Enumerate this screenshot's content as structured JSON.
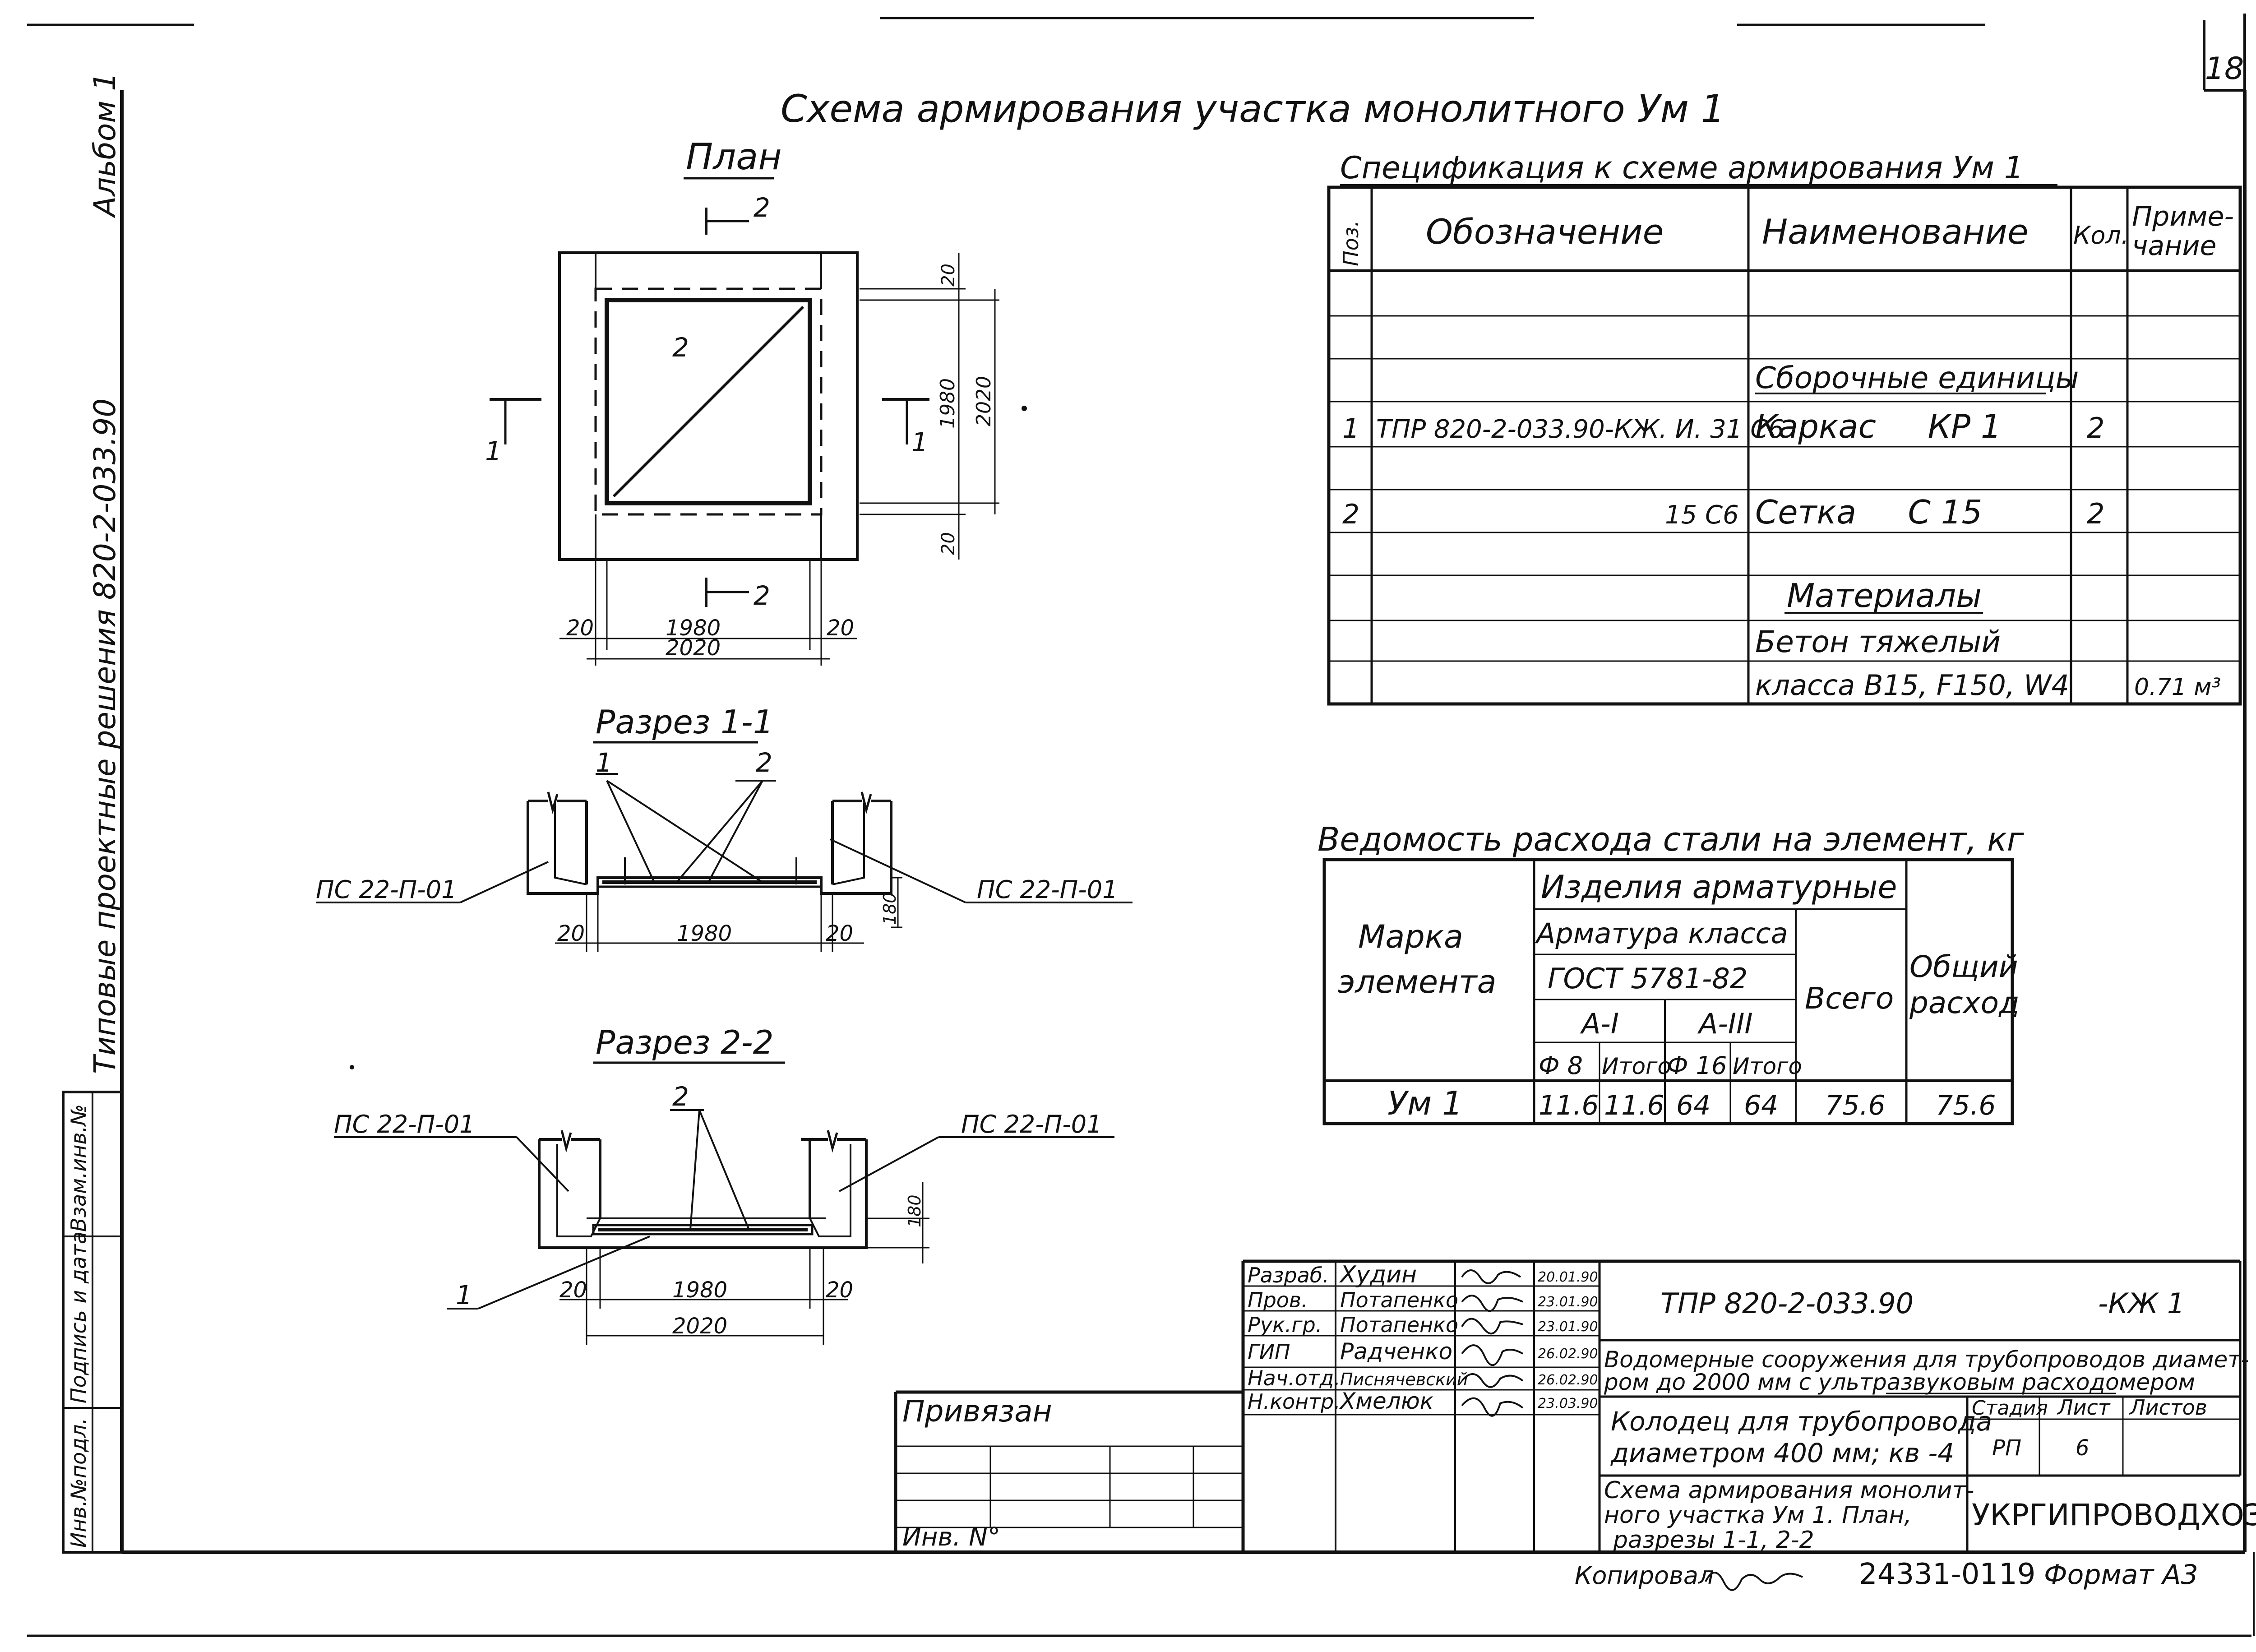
{
  "sheet_number": "18",
  "side_labels": {
    "album": "Альбом 1",
    "series": "Типовые проектные решения 820-2-033.90"
  },
  "left_stamp": [
    "Инв.№подл.",
    "Подпись и дата",
    "Взам.инв.№"
  ],
  "main_title": "Схема армирования участка монолитного Ум 1",
  "plan": {
    "title": "План",
    "mark_2": "2",
    "mark_1": "1",
    "pos_2": "2",
    "dim_20": "20",
    "dim_1980": "1980",
    "dim_2020": "2020"
  },
  "section_1": {
    "title": "Разрез 1-1",
    "call_1": "1",
    "call_2": "2",
    "left_label": "ПС 22-П-01",
    "right_label": "ПС 22-П-01",
    "dim_20": "20",
    "dim_1980": "1980",
    "dim_180": "180"
  },
  "section_2": {
    "title": "Разрез 2-2",
    "call_1": "1",
    "call_2": "2",
    "left_label": "ПС 22-П-01",
    "right_label": "ПС 22-П-01",
    "dim_20": "20",
    "dim_1980": "1980",
    "dim_2020": "2020",
    "dim_180": "180"
  },
  "spec": {
    "title": "Спецификация к схеме армирования Ум 1",
    "headers": [
      "Поз.",
      "Обозначение",
      "Наименование",
      "Кол.",
      "Приме-",
      "чание"
    ],
    "rows": [
      [
        "",
        "",
        "",
        "",
        ""
      ],
      [
        "",
        "",
        "Сборочные единицы",
        "",
        ""
      ],
      [
        "1",
        "ТПР 820-2-033.90-КЖ. И. 31 С6",
        "Каркас     КР 1",
        "2",
        ""
      ],
      [
        "",
        "",
        "",
        "",
        ""
      ],
      [
        "2",
        "15 С6",
        "Сетка     С 15",
        "2",
        ""
      ],
      [
        "",
        "",
        "",
        "",
        ""
      ],
      [
        "",
        "",
        "Материалы",
        "",
        ""
      ],
      [
        "",
        "",
        "Бетон тяжелый",
        "",
        ""
      ],
      [
        "",
        "",
        "класса В15, F150, W4",
        "",
        "0.71 м³"
      ]
    ]
  },
  "steel": {
    "title": "Ведомость расхода стали на элемент, кг",
    "h_izd": "Изделия арматурные",
    "h_mark": [
      "Марка",
      "элемента"
    ],
    "h_arm": "Арматура класса",
    "h_gost": "ГОСТ 5781-82",
    "h_a1": "А-I",
    "h_a3": "А-III",
    "h_vsego": "Всего",
    "h_total": [
      "Общий",
      "расход"
    ],
    "sub": [
      "Ф 8",
      "Итого",
      "Ф 16",
      "Итого"
    ],
    "row": [
      "Ум 1",
      "11.6",
      "11.6",
      "64",
      "64",
      "75.6",
      "75.6"
    ]
  },
  "title_block": {
    "privyazan": "Привязан",
    "inv": "Инв. N°",
    "people": [
      {
        "role": "Разраб.",
        "name": "Худин",
        "date": "20.01.90"
      },
      {
        "role": "Пров.",
        "name": "Потапенко",
        "date": "23.01.90"
      },
      {
        "role": "Рук.гр.",
        "name": "Потапенко",
        "date": "23.01.90"
      },
      {
        "role": "ГИП",
        "name": "Радченко",
        "date": "26.02.90"
      },
      {
        "role": "Нач.отд.",
        "name": "Писнячевский",
        "date": "26.02.90"
      },
      {
        "role": "Н.контр.",
        "name": "Хмелюк",
        "date": "23.03.90"
      }
    ],
    "doc_code": "ТПР 820-2-033.90",
    "doc_suffix": "-КЖ 1",
    "object": "Водомерные сооружения для трубопроводов диамет-",
    "object2": "ром до 2000 мм с ультразвуковым расходомером",
    "part": [
      "Колодец для трубопровода",
      "диаметром 400 мм; кв -4"
    ],
    "sheet_title": [
      "Схема армирования монолит-",
      "ного участка Ум 1. План,",
      "разрезы 1-1, 2-2"
    ],
    "stage_h": "Стадия",
    "list_h": "Лист",
    "listov_h": "Листов",
    "stage": "РП",
    "list": "6",
    "org": "УКРГИПРОВОДХОЗ"
  },
  "footer": {
    "copied": "Копировал",
    "number": "24331-01",
    "sheet": "19",
    "format": "Формат А3"
  }
}
